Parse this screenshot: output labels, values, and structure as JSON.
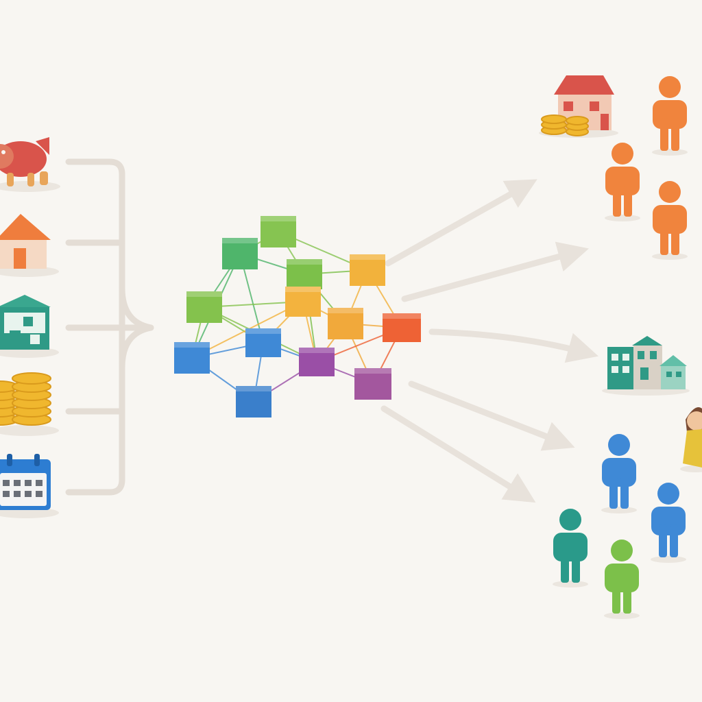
{
  "colors": {
    "background": "#f8f6f2",
    "connector": "#e4ddd5",
    "arrow": "#e8e2db",
    "shadow": "#ebe6df"
  },
  "inputs": [
    {
      "name": "bull-icon",
      "color": "#d9544b"
    },
    {
      "name": "house-icon",
      "color": "#ef7d3d"
    },
    {
      "name": "shop-icon",
      "color": "#2f9a86"
    },
    {
      "name": "coin-stack-icon",
      "color": "#f0b72e"
    },
    {
      "name": "calendar-icon",
      "color": "#2d7dd2"
    }
  ],
  "network": {
    "nodes": [
      {
        "id": "n1",
        "color": "#86c451"
      },
      {
        "id": "n2",
        "color": "#4fb56b"
      },
      {
        "id": "n3",
        "color": "#7cc04a"
      },
      {
        "id": "n4",
        "color": "#84c24d"
      },
      {
        "id": "n5",
        "color": "#f2b23c"
      },
      {
        "id": "n6",
        "color": "#f3b33e"
      },
      {
        "id": "n7",
        "color": "#f1a93b"
      },
      {
        "id": "n8",
        "color": "#ee6235"
      },
      {
        "id": "n9",
        "color": "#3f89d6"
      },
      {
        "id": "n10",
        "color": "#3f89d6"
      },
      {
        "id": "n11",
        "color": "#9a4fa6"
      },
      {
        "id": "n12",
        "color": "#a3579e"
      },
      {
        "id": "n13",
        "color": "#3a7fcb"
      }
    ],
    "edges": [
      [
        "n1",
        "n2"
      ],
      [
        "n1",
        "n3"
      ],
      [
        "n1",
        "n5"
      ],
      [
        "n2",
        "n3"
      ],
      [
        "n2",
        "n4"
      ],
      [
        "n2",
        "n9"
      ],
      [
        "n2",
        "n10"
      ],
      [
        "n3",
        "n5"
      ],
      [
        "n3",
        "n6"
      ],
      [
        "n3",
        "n7"
      ],
      [
        "n3",
        "n11"
      ],
      [
        "n4",
        "n6"
      ],
      [
        "n4",
        "n10"
      ],
      [
        "n4",
        "n9"
      ],
      [
        "n5",
        "n7"
      ],
      [
        "n5",
        "n8"
      ],
      [
        "n6",
        "n7"
      ],
      [
        "n6",
        "n10"
      ],
      [
        "n6",
        "n11"
      ],
      [
        "n7",
        "n8"
      ],
      [
        "n7",
        "n11"
      ],
      [
        "n7",
        "n12"
      ],
      [
        "n8",
        "n11"
      ],
      [
        "n8",
        "n12"
      ],
      [
        "n9",
        "n10"
      ],
      [
        "n9",
        "n13"
      ],
      [
        "n10",
        "n11"
      ],
      [
        "n10",
        "n13"
      ],
      [
        "n11",
        "n12"
      ],
      [
        "n11",
        "n13"
      ],
      [
        "n6",
        "n9"
      ],
      [
        "n4",
        "n11"
      ]
    ]
  },
  "outputs": [
    {
      "name": "house-with-coins-icon",
      "color": "#d9544b"
    },
    {
      "name": "orange-people-group",
      "color": "#f0843d"
    },
    {
      "name": "buildings-icon",
      "color": "#2f9a86"
    },
    {
      "name": "person-yellow-icon",
      "color": "#e6c23a"
    },
    {
      "name": "blue-people-group",
      "color": "#3f89d6"
    },
    {
      "name": "teal-person-icon",
      "color": "#2a9a8a"
    },
    {
      "name": "green-person-icon",
      "color": "#7cc04a"
    }
  ]
}
